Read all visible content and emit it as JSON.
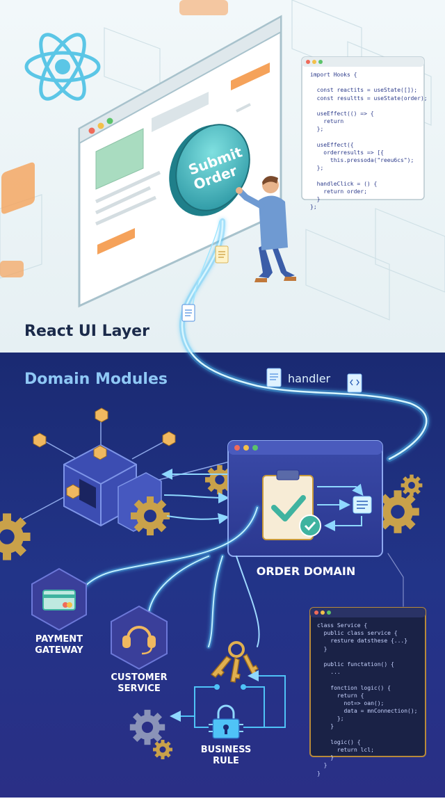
{
  "react_layer": {
    "title": "React UI Layer",
    "button": {
      "line1": "Submit",
      "line2": "Order"
    },
    "code": [
      "import Hooks {",
      "",
      "  const reactits = useState([]);",
      "  const resultts = useState(order);",
      "",
      "  useEffect(() => {",
      "    return",
      "  };",
      "",
      "  useEffect({",
      "    orderresults => [{",
      "      this.pressoda(\"reeu6cs\");",
      "  };",
      "",
      "  handleClick = () {",
      "    return order;",
      "  }",
      "};"
    ]
  },
  "domain_layer": {
    "title": "Domain Modules",
    "handler_label": "handler",
    "order_domain_label": "ORDER DOMAIN",
    "payment": {
      "line1": "PAYMENT",
      "line2": "GATEWAY"
    },
    "customer": {
      "line1": "CUSTOMER",
      "line2": "SERVICE"
    },
    "business": {
      "line1": "BUSINESS",
      "line2": "RULE"
    },
    "code": [
      "class Service {",
      "  public class service {",
      "    resture datsthese {...}",
      "  }",
      "",
      "  public functation() {",
      "    ...",
      "",
      "    fonction logic() {",
      "      return {",
      "        not=> oan();",
      "        data = mnConnection();",
      "      };",
      "    }",
      "",
      "    logic() {",
      "      return lcl;",
      "    }",
      "  }",
      "}"
    ]
  },
  "colors": {
    "react_bg": "#eef5f7",
    "domain_bg": "#1e2f7a",
    "accent_blue": "#4fc3f7",
    "orange": "#f5a25a",
    "teal": "#4ab5b5",
    "gear": "#c9a14a",
    "hex_purple": "#3a3f9a"
  },
  "icons": [
    "react-logo-icon",
    "gear-icon",
    "clipboard-check-icon",
    "credit-card-icon",
    "headset-icon",
    "keys-icon",
    "padlock-icon",
    "document-icon",
    "code-icon",
    "cube-network-icon",
    "person-icon"
  ]
}
